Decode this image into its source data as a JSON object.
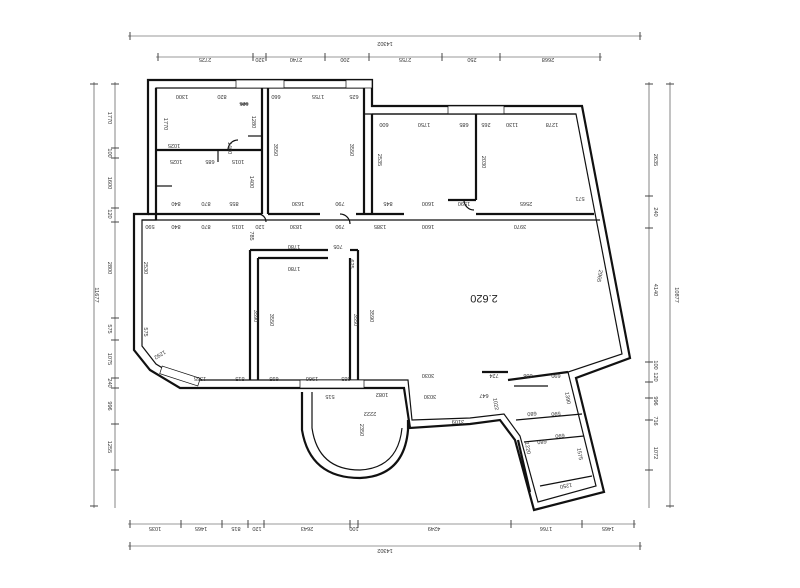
{
  "area_label": "2.620",
  "dims": {
    "top_total": "14302",
    "top_segments": [
      "2725",
      "320",
      "2740",
      "200",
      "2755",
      "250",
      "2668"
    ],
    "bottom_total": "14302",
    "bottom_segments": [
      "1035",
      "1465",
      "815",
      "120",
      "2643",
      "100",
      "4249",
      "1766",
      "1465"
    ],
    "left_total": "11677",
    "left_segments": [
      "1770",
      "100",
      "1600",
      "120",
      "2800",
      "575",
      "1075",
      "240",
      "996",
      "1255"
    ],
    "right_total": "10877",
    "right_segments": [
      "2635",
      "240",
      "4140",
      "100",
      "120",
      "996",
      "716",
      "1072"
    ]
  },
  "rooms": {
    "r1": [
      "1300",
      "820",
      "625",
      "1770",
      "1025",
      "1280",
      "3550",
      "660"
    ],
    "r2": [
      "685",
      "1015",
      "1025",
      "1400",
      "1400",
      "800"
    ],
    "r3": [
      "1755",
      "3550",
      "625",
      "3550"
    ],
    "r4": [
      "1750",
      "600",
      "2535",
      "685"
    ],
    "r5": [
      "1130",
      "1278",
      "2030",
      "265"
    ],
    "corr": [
      "840",
      "870",
      "855",
      "1630",
      "790",
      "845",
      "1600",
      "1590",
      "2565",
      "571"
    ],
    "corr2": [
      "590",
      "840",
      "870",
      "1015",
      "1830",
      "790",
      "1385",
      "1600",
      "3970",
      "120",
      "785"
    ],
    "living": [
      "2530",
      "575",
      "1365",
      "815",
      "695",
      "1960",
      "685",
      "3030",
      "1292",
      "2965"
    ],
    "bed": [
      "1780",
      "1780",
      "3550",
      "3590",
      "3550",
      "3590",
      "705",
      "625"
    ],
    "south": [
      "515",
      "3030",
      "1082",
      "724",
      "886",
      "690",
      "2222",
      "2350",
      "3109",
      "647",
      "1022"
    ],
    "se": [
      "680",
      "690",
      "680",
      "1575",
      "1220",
      "1250",
      "590",
      "1390"
    ]
  }
}
